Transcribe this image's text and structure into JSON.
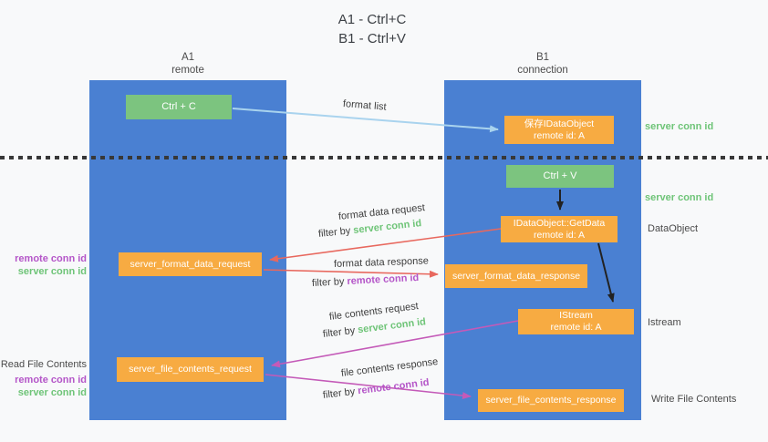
{
  "title": {
    "line1": "A1 - Ctrl+C",
    "line2": "B1 - Ctrl+V"
  },
  "lifelines": {
    "a1": {
      "name": "A1",
      "subtitle": "remote"
    },
    "b1": {
      "name": "B1",
      "subtitle": "connection"
    }
  },
  "nodes": {
    "ctrl_c": {
      "label": "Ctrl + C"
    },
    "save_idataobject": {
      "line1": "保存IDataObject",
      "line2": "remote id: A"
    },
    "ctrl_v": {
      "label": "Ctrl + V"
    },
    "getdata": {
      "line1": "IDataObject::GetData",
      "line2": "remote id: A"
    },
    "server_format_data_request": {
      "label": "server_format_data_request"
    },
    "server_format_data_response": {
      "label": "server_format_data_response"
    },
    "istream": {
      "line1": "IStream",
      "line2": "remote id: A"
    },
    "server_file_contents_request": {
      "label": "server_file_contents_request"
    },
    "server_file_contents_response": {
      "label": "server_file_contents_response"
    }
  },
  "arrows": {
    "format_list": {
      "label": "format list"
    },
    "format_data_request": {
      "label": "format data request",
      "filter_prefix": "filter by ",
      "filter_value": "server conn id"
    },
    "format_data_response": {
      "label": "format data response",
      "filter_prefix": "filter by ",
      "filter_value": "remote conn id"
    },
    "file_contents_request": {
      "label": "file contents request",
      "filter_prefix": "filter by ",
      "filter_value": "server conn id"
    },
    "file_contents_response": {
      "label": "file contents response",
      "filter_prefix": "filter by ",
      "filter_value": "remote conn id"
    }
  },
  "side_labels": {
    "right_server_conn_top": "server conn id",
    "right_server_conn_mid": "server conn id",
    "dataobject": "DataObject",
    "istream": "Istream",
    "write_file_contents": "Write File Contents",
    "left_remote_conn_top": "remote conn id",
    "left_server_conn_top": "server conn id",
    "read_file_contents": "Read File Contents",
    "left_remote_conn_bottom": "remote conn id",
    "left_server_conn_bottom": "server conn id"
  },
  "colors": {
    "lifeline_blue": "#4a80d2",
    "node_green": "#7cc47f",
    "node_orange": "#f7ab42",
    "conn_id_green": "#6ec477",
    "conn_id_purple": "#b455c8",
    "arrow_red": "#e8685e",
    "arrow_magenta": "#c45ab8",
    "arrow_light_blue": "#a9d3ee",
    "arrow_black": "#222222"
  }
}
